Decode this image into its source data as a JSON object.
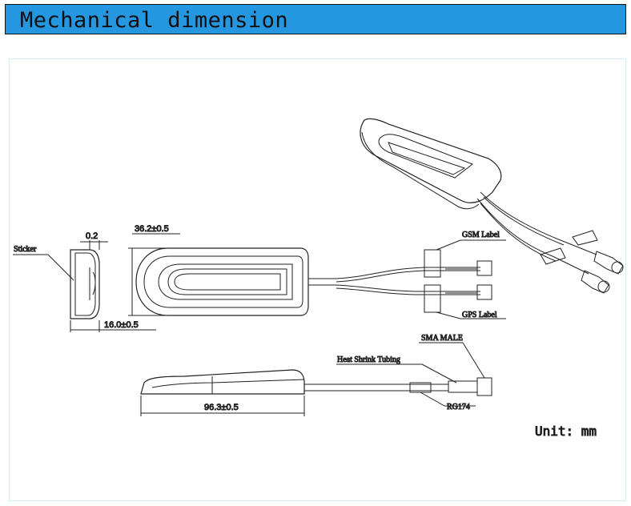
{
  "header": {
    "title": "Mechanical dimension",
    "bg_color": "#2596e0"
  },
  "labels": {
    "sticker": "Sticker",
    "gsm_label": "GSM Label",
    "gps_label": "GPS Label",
    "sma_male": "SMA MALE",
    "heat_shrink": "Heat Shrink Tubing",
    "rg174": "RG174"
  },
  "dimensions": {
    "thickness_sticker": "0.2",
    "width": "36.2±0.5",
    "height": "16.0±0.5",
    "length": "96.3±0.5"
  },
  "unit": "Unit: mm"
}
